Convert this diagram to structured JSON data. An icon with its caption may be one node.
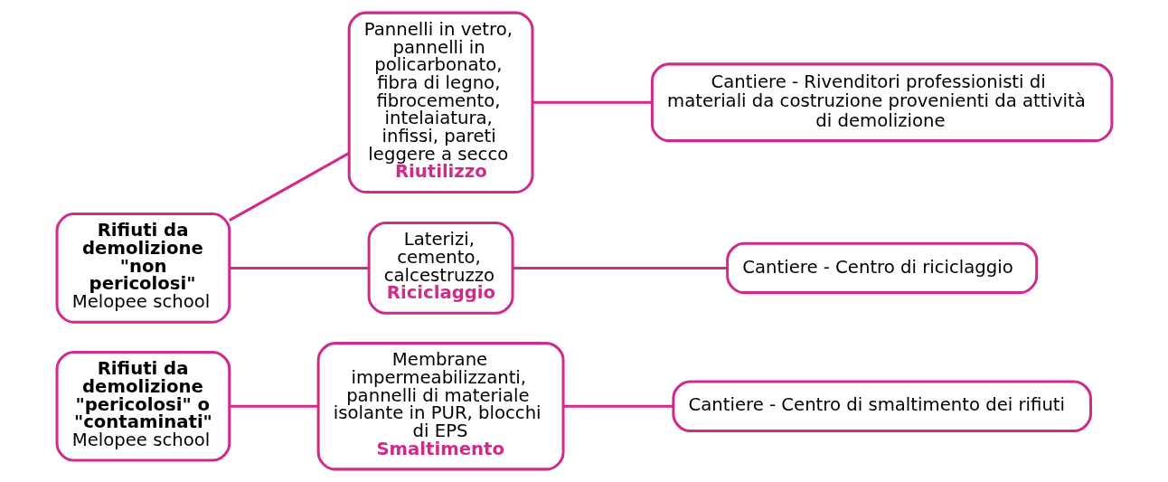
{
  "diagram": {
    "nodes": [
      {
        "text": [
          "Rifiuti da demolizione \"non pericolosi\"",
          "Melopee school"
        ]
      },
      {
        "text": [
          "Pannelli in vetro, pannelli in policarbonato, fibra di legno, fibrocemento, intelaiatura, infissi, pareti leggere a secco",
          "Riutilizzo"
        ]
      },
      {
        "text": [
          "Cantiere - Rivenditori professionisti di materiali da costruzione provenienti da attività di demolizione"
        ]
      },
      {
        "text": [
          "Laterizi, cemento, calcestruzzo",
          "Riciclaggio"
        ]
      },
      {
        "text": [
          "Cantiere - Centro di riciclaggio"
        ]
      },
      {
        "text": [
          "Rifiuti da demolizione \"pericolosi\" o \"contaminati\"",
          "Melopee school"
        ]
      },
      {
        "text": [
          "Membrane impermeabilizzanti, pannelli di materiale isolante in PUR, blocchi di EPS",
          "Smaltimento"
        ]
      },
      {
        "text": [
          "Cantiere - Centro di smaltimento dei rifiuti"
        ]
      }
    ],
    "edges": [
      {
        "from": 0,
        "to": 1,
        "arrow": "none"
      },
      {
        "from": 0,
        "to": 3,
        "arrow": "none"
      },
      {
        "from": 1,
        "to": 2,
        "arrow": "none"
      },
      {
        "from": 3,
        "to": 4,
        "arrow": "none"
      },
      {
        "from": 5,
        "to": 6,
        "arrow": "none"
      },
      {
        "from": 6,
        "to": 7,
        "arrow": "none"
      }
    ]
  }
}
